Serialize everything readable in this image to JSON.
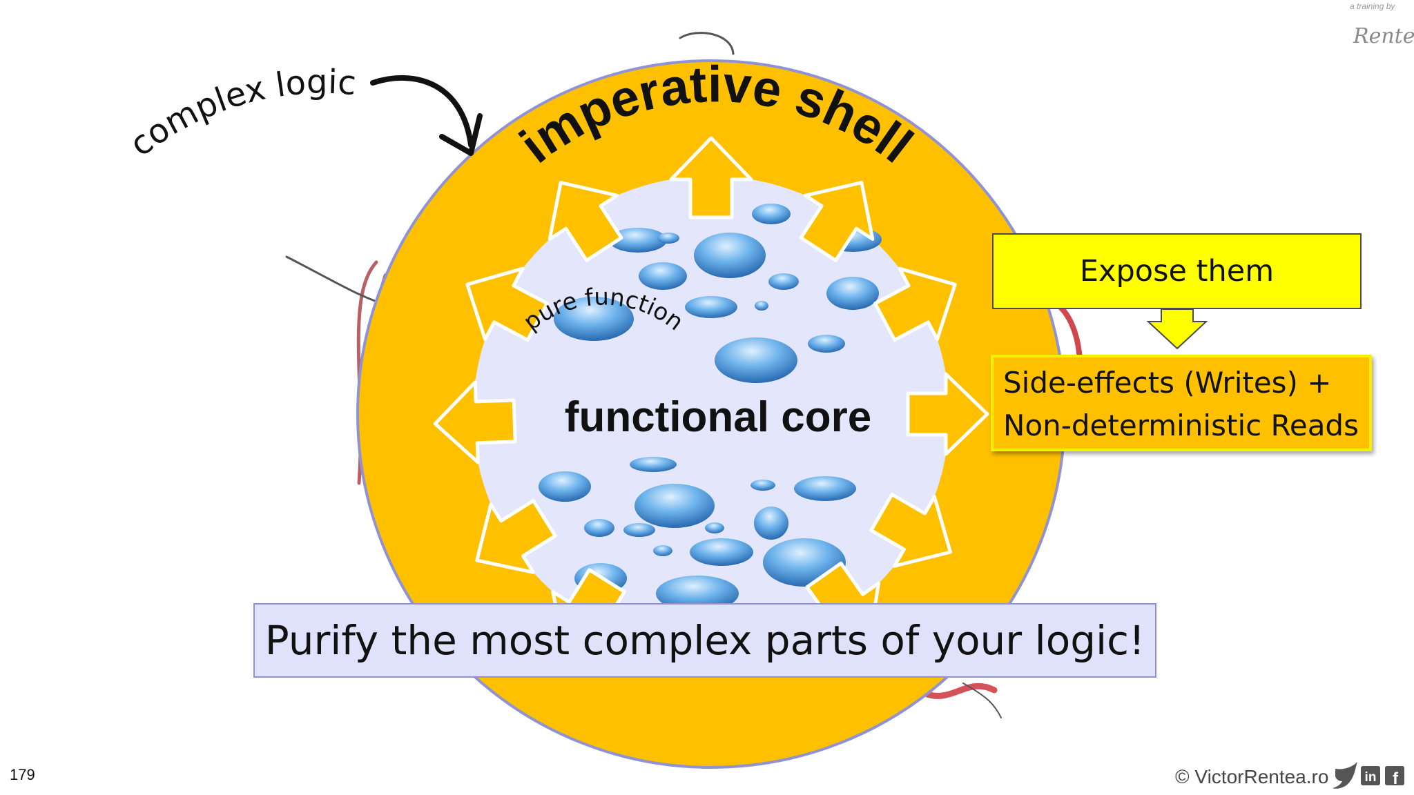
{
  "diagram": {
    "annotation_complex_logic": "complex logic",
    "shell_label": "imperative shell",
    "core_pure_function_label": "pure function",
    "core_label": "functional core",
    "expose_box_text": "Expose them",
    "side_effects_line1": "Side-effects (Writes) +",
    "side_effects_line2": "Non-deterministic Reads",
    "purify_banner_text": "Purify the most complex parts of your logic!"
  },
  "footer": {
    "slide_number": "179",
    "copyright": "© VictorRentea.ro",
    "social_icons": [
      "twitter-icon",
      "linkedin-icon",
      "facebook-icon"
    ]
  },
  "branding": {
    "training_by": "a training by",
    "signature": "Rentea"
  },
  "colors": {
    "shell_fill": "#ffc000",
    "shell_border": "#8f93d6",
    "core_fill": "#e4e6fb",
    "expose_fill": "#ffff00",
    "side_effects_fill": "#ffc000",
    "banner_fill": "#dfe2fa",
    "arrow_fill": "#ffc000",
    "arrow_outline": "#ffffff",
    "droplet": "#4d95d8",
    "tangle": "#c8282e"
  }
}
